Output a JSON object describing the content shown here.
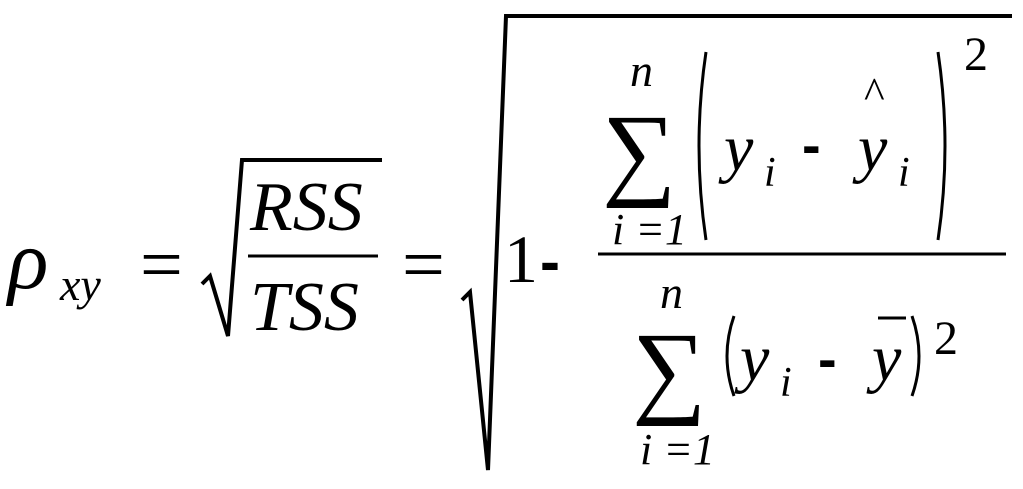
{
  "formula": {
    "lhs_symbol": "ρ",
    "lhs_subscript": "xy",
    "equals": "=",
    "first_numerator": "RSS",
    "first_denominator": "TSS",
    "one": "1",
    "minus": "-",
    "sum_symbol": "∑",
    "sum_upper": "n",
    "sum_lower": "i =1",
    "y": "y",
    "i": "i",
    "hat": "^",
    "bar_y": "y",
    "exponent": "2"
  }
}
